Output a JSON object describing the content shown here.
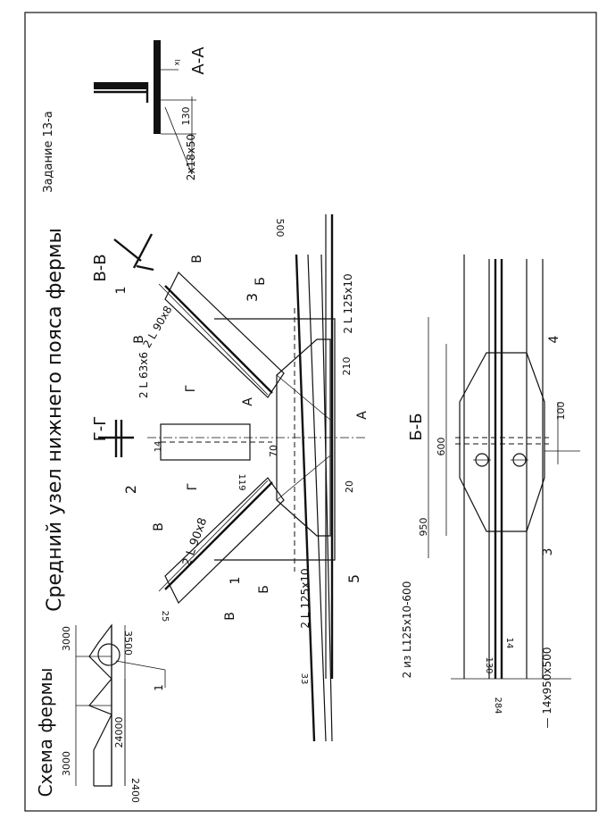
{
  "sheet": {
    "main_title": "Средний узел нижнего пояса фермы",
    "scheme_title": "Схема фермы",
    "task_label": "Задание 13-а"
  },
  "scheme": {
    "dim_3000_left": "3000",
    "dim_3000_right": "3000",
    "dim_3500": "3500",
    "dim_24000": "24000",
    "dim_2400": "2400",
    "callout_1": "1"
  },
  "section_aa": {
    "title": "А-А",
    "dim_130": "130",
    "weld": "2x18x50",
    "dim_x": "lx"
  },
  "section_vv": {
    "title": "В-В"
  },
  "section_gg": {
    "title": "Г-Г"
  },
  "section_bb": {
    "title": "Б-Б",
    "dim_600": "600",
    "dim_950": "950",
    "dim_100": "100",
    "dim_284": "284",
    "dim_130": "130",
    "dim_14": "14",
    "plate_label": "— 14x950x500",
    "bottom_angles": "2 из L125x10-600",
    "callout_3": "3",
    "callout_4": "4"
  },
  "node": {
    "chord_top": "2 L 125x10",
    "chord_bottom": "2 L 125x10",
    "dim_500": "500",
    "dim_210": "210",
    "dim_70": "70",
    "dim_20": "20",
    "dim_119": "119",
    "dim_14": "14",
    "dim_33": "33",
    "dim_25": "25",
    "diag_upper": "2 L 90x8",
    "diag_lower": "2 L 90x8",
    "post": "2 L 63x6",
    "cut_b": "Б",
    "cut_v": "В",
    "cut_g": "Г",
    "cut_a": "А",
    "num_1": "1",
    "num_2": "2",
    "num_3": "3",
    "num_5": "5"
  }
}
